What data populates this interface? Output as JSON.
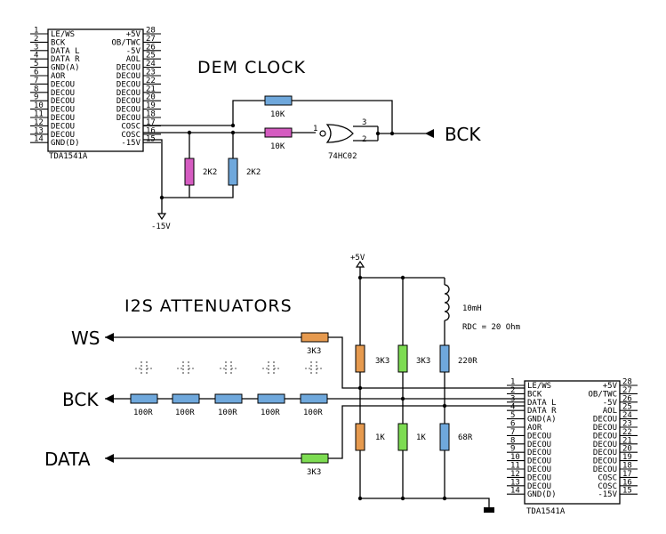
{
  "ic_top": {
    "name": "TDA1541A",
    "left_pins": [
      {
        "num": "1",
        "label": "LE/WS"
      },
      {
        "num": "2",
        "label": "BCK"
      },
      {
        "num": "3",
        "label": "DATA L"
      },
      {
        "num": "4",
        "label": "DATA R"
      },
      {
        "num": "5",
        "label": "GND(A)"
      },
      {
        "num": "6",
        "label": "AOR"
      },
      {
        "num": "7",
        "label": "DECOU"
      },
      {
        "num": "8",
        "label": "DECOU"
      },
      {
        "num": "9",
        "label": "DECOU"
      },
      {
        "num": "10",
        "label": "DECOU"
      },
      {
        "num": "11",
        "label": "DECOU"
      },
      {
        "num": "12",
        "label": "DECOU"
      },
      {
        "num": "13",
        "label": "DECOU"
      },
      {
        "num": "14",
        "label": "GND(D)"
      }
    ],
    "right_pins": [
      {
        "num": "28",
        "label": "+5V"
      },
      {
        "num": "27",
        "label": "OB/TWC"
      },
      {
        "num": "26",
        "label": "-5V"
      },
      {
        "num": "25",
        "label": "AOL"
      },
      {
        "num": "24",
        "label": "DECOU"
      },
      {
        "num": "23",
        "label": "DECOU"
      },
      {
        "num": "22",
        "label": "DECOU"
      },
      {
        "num": "21",
        "label": "DECOU"
      },
      {
        "num": "20",
        "label": "DECOU"
      },
      {
        "num": "19",
        "label": "DECOU"
      },
      {
        "num": "18",
        "label": "DECOU"
      },
      {
        "num": "17",
        "label": "COSC"
      },
      {
        "num": "16",
        "label": "COSC"
      },
      {
        "num": "15",
        "label": "-15V"
      }
    ]
  },
  "ic_bottom": {
    "name": "TDA1541A",
    "left_pins": [
      {
        "num": "1",
        "label": "LE/WS"
      },
      {
        "num": "2",
        "label": "BCK"
      },
      {
        "num": "3",
        "label": "DATA L"
      },
      {
        "num": "4",
        "label": "DATA R"
      },
      {
        "num": "5",
        "label": "GND(A)"
      },
      {
        "num": "6",
        "label": "AOR"
      },
      {
        "num": "7",
        "label": "DECOU"
      },
      {
        "num": "8",
        "label": "DECOU"
      },
      {
        "num": "9",
        "label": "DECOU"
      },
      {
        "num": "10",
        "label": "DECOU"
      },
      {
        "num": "11",
        "label": "DECOU"
      },
      {
        "num": "12",
        "label": "DECOU"
      },
      {
        "num": "13",
        "label": "DECOU"
      },
      {
        "num": "14",
        "label": "GND(D)"
      }
    ],
    "right_pins": [
      {
        "num": "28",
        "label": "+5V"
      },
      {
        "num": "27",
        "label": "OB/TWC"
      },
      {
        "num": "26",
        "label": "-5V"
      },
      {
        "num": "25",
        "label": "AOL"
      },
      {
        "num": "24",
        "label": "DECOU"
      },
      {
        "num": "23",
        "label": "DECOU"
      },
      {
        "num": "22",
        "label": "DECOU"
      },
      {
        "num": "21",
        "label": "DECOU"
      },
      {
        "num": "20",
        "label": "DECOU"
      },
      {
        "num": "19",
        "label": "DECOU"
      },
      {
        "num": "18",
        "label": "DECOU"
      },
      {
        "num": "17",
        "label": "COSC"
      },
      {
        "num": "16",
        "label": "COSC"
      },
      {
        "num": "15",
        "label": "-15V"
      }
    ]
  },
  "dem_clock": {
    "title": "DEM CLOCK",
    "r_feedback": "10K",
    "r_input": "10K",
    "r_div_a": "2K2",
    "r_div_b": "2K2",
    "supply": "-15V",
    "gate": "74HC02",
    "gate_pin_out": "1",
    "gate_pin_a": "3",
    "gate_pin_b": "2",
    "signal": "BCK"
  },
  "attenuators": {
    "title": "I2S ATTENUATORS",
    "supply": "+5V",
    "inductor": "10mH",
    "rdc": "RDC = 20 Ohm",
    "signal_ws": "WS",
    "signal_bck": "BCK",
    "signal_data": "DATA",
    "r_ws": "3K3",
    "r_data": "3K3",
    "r_chain": [
      "100R",
      "100R",
      "100R",
      "100R",
      "100R"
    ],
    "r_top_ws": "3K3",
    "r_top_bck": "3K3",
    "r_top_data": "220R",
    "r_bot_ws": "1K",
    "r_bot_bck": "1K",
    "r_bot_data": "68R"
  },
  "colors": {
    "blue": "#6fa8dc",
    "magenta": "#d55cc1",
    "orange": "#e69a4f",
    "green": "#7ddc52"
  }
}
